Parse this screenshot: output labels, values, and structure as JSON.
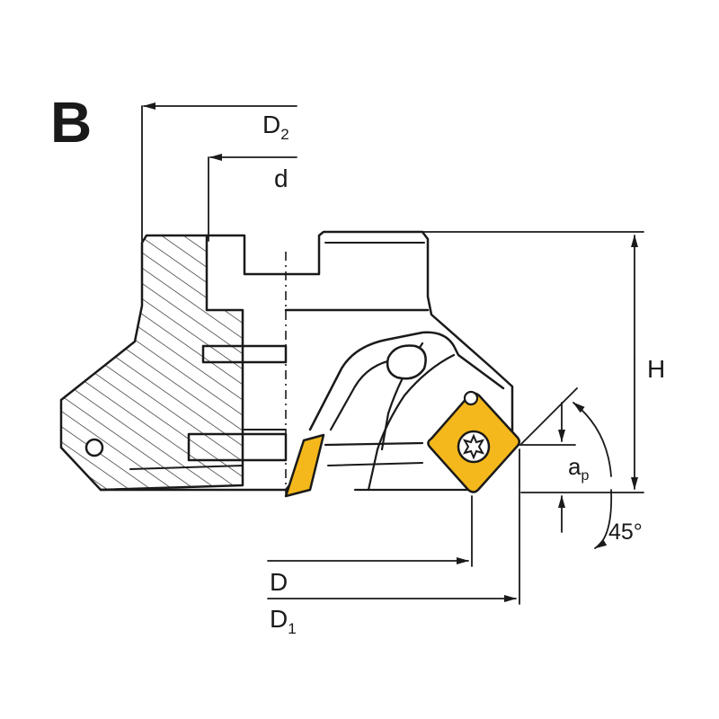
{
  "view_letter": "B",
  "dimensions": {
    "D2": {
      "main": "D",
      "sub": "2"
    },
    "d": {
      "main": "d"
    },
    "H": {
      "main": "H"
    },
    "ap": {
      "main": "a",
      "sub": "p"
    },
    "angle": {
      "main": "45°"
    },
    "D": {
      "main": "D"
    },
    "D1": {
      "main": "D",
      "sub": "1"
    }
  },
  "colors": {
    "insert": "#F5B81C",
    "line": "#1a1a1a",
    "hatch": "#1a1a1a"
  },
  "icons": [
    "torx-screw-icon",
    "arrow-head-icon"
  ]
}
